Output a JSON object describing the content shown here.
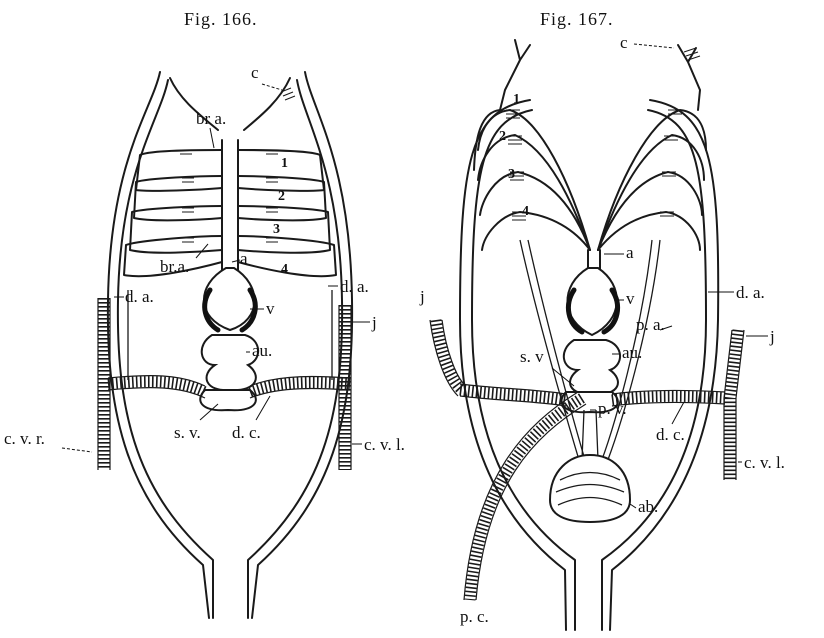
{
  "figure_left": {
    "caption": "Fig. 166.",
    "labels": {
      "c": "c",
      "br_a_top": "br  a.",
      "br_a_bottom": "br.a.",
      "a": "a",
      "num1": "1",
      "num2": "2",
      "num3": "3",
      "num4": "4",
      "d_a_left": "d. a.",
      "d_a_right": "d. a.",
      "v": "v",
      "j": "j",
      "au": "au.",
      "s_v": "s. v.",
      "d_c": "d. c.",
      "c_v_r": "c. v. r.",
      "c_v_l": "c. v. l."
    }
  },
  "figure_right": {
    "caption": "Fig. 167.",
    "labels": {
      "c": "c",
      "num1": "1",
      "num2": "2",
      "num3": "3",
      "num4": "4",
      "a": "a",
      "j_left": "j",
      "v": "v",
      "d_a": "d. a.",
      "p_a": "p. a.",
      "j_right": "j",
      "s_v": "s. v",
      "au": "au.",
      "p_v": "p. v.",
      "d_c": "d. c.",
      "c_v_l": "c. v. l.",
      "ab": "ab.",
      "p_c": "p. c."
    }
  }
}
